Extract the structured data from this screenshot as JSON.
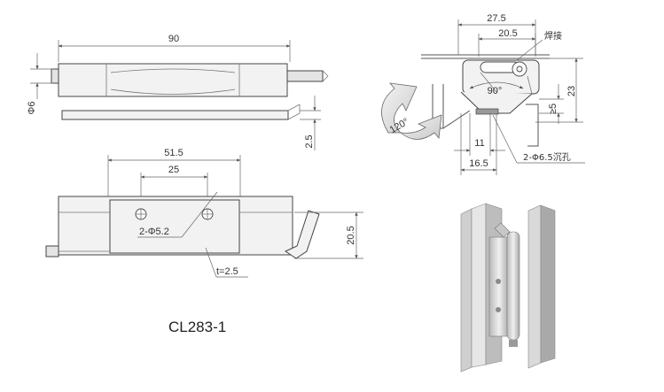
{
  "model_code": "CL283-1",
  "top_view": {
    "overall_length": "90",
    "pin_diameter": "Φ6",
    "plate_thickness": "2.5"
  },
  "front_view": {
    "hole_span": "51.5",
    "hole_spacing": "25",
    "hole_callout": "2-Φ5.2",
    "height": "20.5",
    "thickness_callout": "t=2.5"
  },
  "section_view": {
    "width_total": "27.5",
    "width_inner": "20.5",
    "weld_label": "焊接",
    "angle_label": "90°",
    "rotation_label": "120°",
    "height_right": "23",
    "gap_right": "≥5",
    "offset_small": "11",
    "offset_large": "16.5",
    "countersink_callout": "2-Φ6.5沉孔"
  },
  "photo": {
    "description_icon": "hinge-photo"
  }
}
